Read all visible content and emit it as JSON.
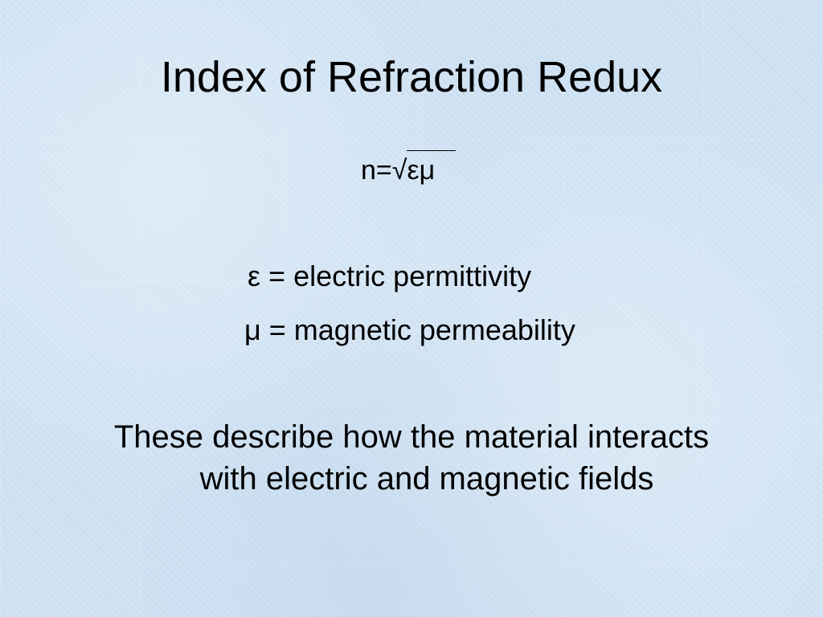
{
  "slide": {
    "title": "Index of Refraction Redux",
    "formula": {
      "lhs": "n=√",
      "radicand": "εμ"
    },
    "definitions": [
      "ε = electric permittivity",
      "μ = magnetic permeability"
    ],
    "description": [
      "These describe how the material interacts",
      "with electric and magnetic fields"
    ]
  },
  "colors": {
    "background": "#cfe2f3",
    "text": "#000000"
  }
}
